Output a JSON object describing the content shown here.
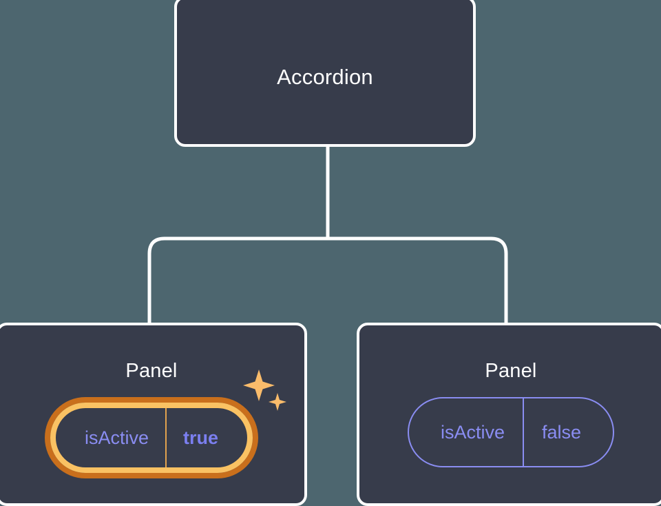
{
  "canvas": {
    "background_color": "#4d666f",
    "node_fill_color": "#373c4b",
    "node_border_color": "#ffffff",
    "accent_periwinkle": "#8a8df2",
    "accent_amber": "#fac263",
    "accent_orange": "#c96f1c"
  },
  "tree": {
    "root": {
      "label": "Accordion"
    },
    "children": [
      {
        "label": "Panel",
        "highlighted": true,
        "prop": {
          "key": "isActive",
          "value": "true"
        },
        "sparkle_icons": [
          "sparkle-large-icon",
          "sparkle-small-icon"
        ]
      },
      {
        "label": "Panel",
        "highlighted": false,
        "prop": {
          "key": "isActive",
          "value": "false"
        }
      }
    ]
  }
}
